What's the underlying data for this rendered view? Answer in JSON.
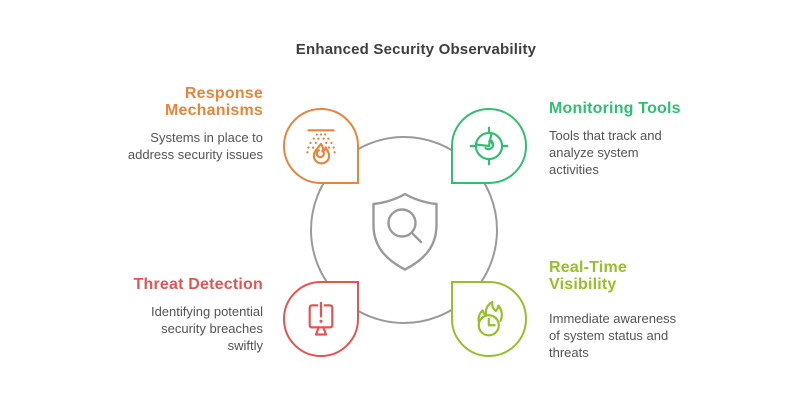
{
  "title": "Enhanced Security Observability",
  "colors": {
    "orange": "#E8843C",
    "green": "#2FBF71",
    "red": "#E45452",
    "lime": "#94C029",
    "gray_outline": "#9A9A9A",
    "title_text": "#3F3F3F",
    "body_text": "#545454"
  },
  "center": {
    "icon": "shield-magnifier-icon"
  },
  "quadrants": [
    {
      "id": "response-mechanisms",
      "position": "top-left",
      "color": "#E8843C",
      "icon": "fire-sprinkler-icon",
      "title_lines": [
        "Response",
        "Mechanisms"
      ],
      "body_lines": [
        "Systems in place to",
        "address security issues"
      ]
    },
    {
      "id": "monitoring-tools",
      "position": "top-right",
      "color": "#2FBF71",
      "icon": "radar-gauge-icon",
      "title_lines": [
        "Monitoring Tools"
      ],
      "body_lines": [
        "Tools that track and",
        "analyze system",
        "activities"
      ]
    },
    {
      "id": "threat-detection",
      "position": "bottom-left",
      "color": "#E45452",
      "icon": "monitor-alert-icon",
      "title_lines": [
        "Threat Detection"
      ],
      "body_lines": [
        "Identifying potential",
        "security breaches",
        "swiftly"
      ]
    },
    {
      "id": "real-time-visibility",
      "position": "bottom-right",
      "color": "#94C029",
      "icon": "flame-clock-icon",
      "title_lines": [
        "Real-Time",
        "Visibility"
      ],
      "body_lines": [
        "Immediate awareness",
        "of system status and",
        "threats"
      ]
    }
  ]
}
